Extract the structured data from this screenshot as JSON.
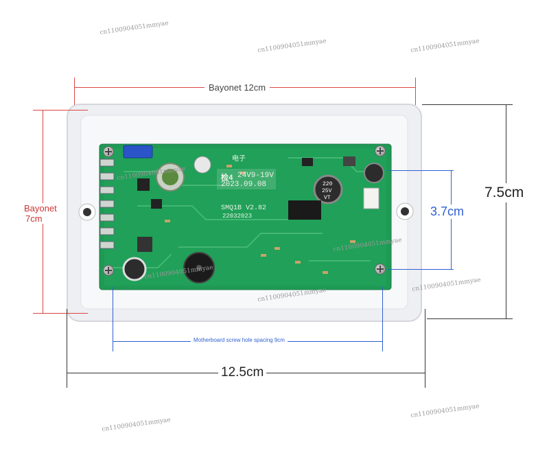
{
  "labels": {
    "bayonet_width": "Bayonet 12cm",
    "bayonet_height_line1": "Bayonet",
    "bayonet_height_line2": "7cm",
    "outer_height": "7.5cm",
    "hole_vertical": "3.7cm",
    "hole_spacing": "Motherboard screw hole spacing 9cm",
    "outer_width": "12.5cm"
  },
  "pcb_markings": {
    "inspection": "检4",
    "voltage": "24V9-19V",
    "date": "2023.09.08",
    "model": "SMQ1B V2.82",
    "serial": "22032023",
    "cap_220": "220",
    "cap_25v": "25V",
    "cap_vt": "VT",
    "chinese": "电子"
  },
  "watermarks": [
    "cn1100904051mmyae",
    "cn1100904051mmyae",
    "cn1100904051mmyae",
    "cn1100904051mmyae",
    "cn1100904051mmyae",
    "cn1100904051mmyae",
    "cn1100904051mmyae",
    "cn1100904051mmyae",
    "cn1100904051mmyae",
    "cn1100904051mmyae"
  ],
  "colors": {
    "dimension_red": "#dd4444",
    "dimension_blue": "#2f5fd0",
    "pcb_green": "#1f9a55"
  }
}
